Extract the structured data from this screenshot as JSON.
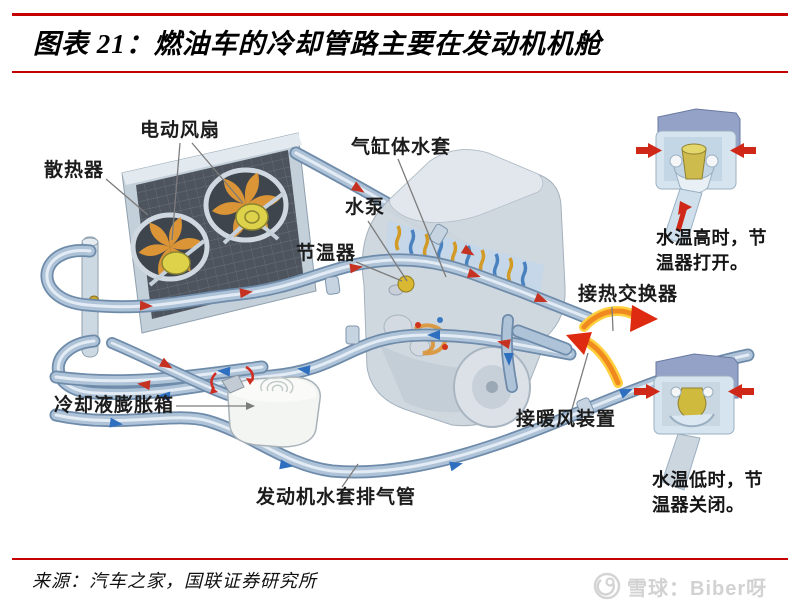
{
  "header": {
    "title": "图表 21：燃油车的冷却管路主要在发动机机舱"
  },
  "diagram": {
    "labels": {
      "electric_fan": "电动风扇",
      "radiator": "散热器",
      "cylinder_block_water_jacket": "气缸体水套",
      "water_pump": "水泵",
      "thermostat": "节温器",
      "to_heat_exchanger": "接热交换器",
      "to_heater_unit": "接暖风装置",
      "coolant_expansion_tank": "冷却液膨胀箱",
      "engine_water_jacket_vent_pipe": "发动机水套排气管"
    },
    "insets": {
      "thermostat_open": "水温高时，节温器打开。",
      "thermostat_closed": "水温低时，节温器关闭。"
    }
  },
  "footer": {
    "source": "来源：汽车之家，国联证券研究所",
    "watermark": "雪球：Biber呀"
  },
  "colors": {
    "accent-red": "#C40000",
    "label-ink": "#1C1C1C",
    "watermark-gray": "#D2D2D2"
  }
}
